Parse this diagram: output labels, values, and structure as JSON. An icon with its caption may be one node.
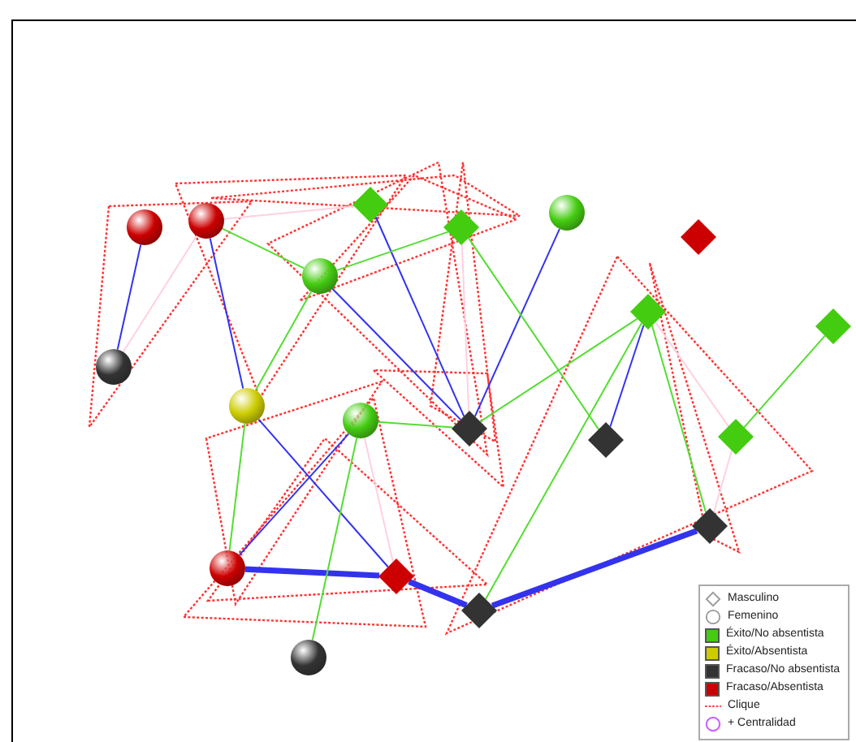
{
  "diagram": {
    "nodes": [
      {
        "text": [],
        "shape": "circle"
      },
      {
        "text": [],
        "shape": "circle"
      },
      {
        "text": [],
        "shape": "diamond"
      },
      {
        "text": [],
        "shape": "diamond"
      },
      {
        "text": [],
        "shape": "circle"
      },
      {
        "text": [],
        "shape": "diamond"
      },
      {
        "text": [],
        "shape": "circle"
      },
      {
        "text": [],
        "shape": "circle"
      },
      {
        "text": [],
        "shape": "diamond"
      },
      {
        "text": [],
        "shape": "diamond"
      },
      {
        "text": [],
        "shape": "circle"
      },
      {
        "text": [],
        "shape": "circle"
      },
      {
        "text": [],
        "shape": "diamond"
      },
      {
        "text": [],
        "shape": "diamond"
      },
      {
        "text": [],
        "shape": "diamond"
      },
      {
        "text": [],
        "shape": "diamond"
      },
      {
        "text": [],
        "shape": "circle"
      },
      {
        "text": [],
        "shape": "diamond"
      },
      {
        "text": [],
        "shape": "diamond"
      },
      {
        "text": [],
        "shape": "circle"
      }
    ],
    "edges": [
      {
        "from": 0,
        "to": 7,
        "arrow": "none"
      },
      {
        "from": 1,
        "to": 10,
        "arrow": "none"
      },
      {
        "from": 10,
        "to": 17,
        "arrow": "none"
      },
      {
        "from": 6,
        "to": 12,
        "arrow": "none"
      },
      {
        "from": 2,
        "to": 12,
        "arrow": "none"
      },
      {
        "from": 4,
        "to": 12,
        "arrow": "none"
      },
      {
        "from": 8,
        "to": 13,
        "arrow": "none"
      },
      {
        "from": 11,
        "to": 16,
        "arrow": "none"
      },
      {
        "from": 16,
        "to": 17,
        "arrow": "none",
        "style": "thick"
      },
      {
        "from": 17,
        "to": 18,
        "arrow": "none",
        "style": "thick"
      },
      {
        "from": 18,
        "to": 15,
        "arrow": "none",
        "style": "thick"
      },
      {
        "from": 1,
        "to": 6,
        "arrow": "none",
        "color": "#55dd33"
      },
      {
        "from": 6,
        "to": 3,
        "arrow": "none",
        "color": "#55dd33"
      },
      {
        "from": 6,
        "to": 10,
        "arrow": "none",
        "color": "#55dd33"
      },
      {
        "from": 10,
        "to": 16,
        "arrow": "none",
        "color": "#55dd33"
      },
      {
        "from": 11,
        "to": 12,
        "arrow": "none",
        "color": "#55dd33"
      },
      {
        "from": 12,
        "to": 8,
        "arrow": "none",
        "color": "#55dd33"
      },
      {
        "from": 3,
        "to": 13,
        "arrow": "none",
        "color": "#55dd33"
      },
      {
        "from": 8,
        "to": 15,
        "arrow": "none",
        "color": "#55dd33"
      },
      {
        "from": 9,
        "to": 14,
        "arrow": "none",
        "color": "#55dd33"
      },
      {
        "from": 11,
        "to": 19,
        "arrow": "none",
        "color": "#55dd33"
      },
      {
        "from": 18,
        "to": 8,
        "arrow": "none",
        "color": "#55dd33"
      },
      {
        "from": 1,
        "to": 2,
        "arrow": "none",
        "color": "#ffd0e0"
      },
      {
        "from": 7,
        "to": 1,
        "arrow": "none",
        "color": "#ffd0e0"
      },
      {
        "from": 3,
        "to": 12,
        "arrow": "none",
        "color": "#ffd0e0"
      },
      {
        "from": 8,
        "to": 14,
        "arrow": "none",
        "color": "#ffd0e0"
      },
      {
        "from": 14,
        "to": 15,
        "arrow": "none",
        "color": "#ffd0e0"
      },
      {
        "from": 11,
        "to": 17,
        "arrow": "none",
        "color": "#ffd0e0"
      }
    ],
    "legend": [
      {
        "text": "Masculino"
      },
      {
        "text": "Femenino"
      },
      {
        "text": "Éxito/No absentista",
        "color": "#44cc11"
      },
      {
        "text": "Éxito/Absentista",
        "color": "#cccc00"
      },
      {
        "text": "Fracaso/No absentista",
        "color": "#333333"
      },
      {
        "text": "Fracaso/Absentista",
        "color": "#cc0000"
      },
      {
        "text": "Clique"
      },
      {
        "text": "+ Centralidad"
      }
    ]
  }
}
